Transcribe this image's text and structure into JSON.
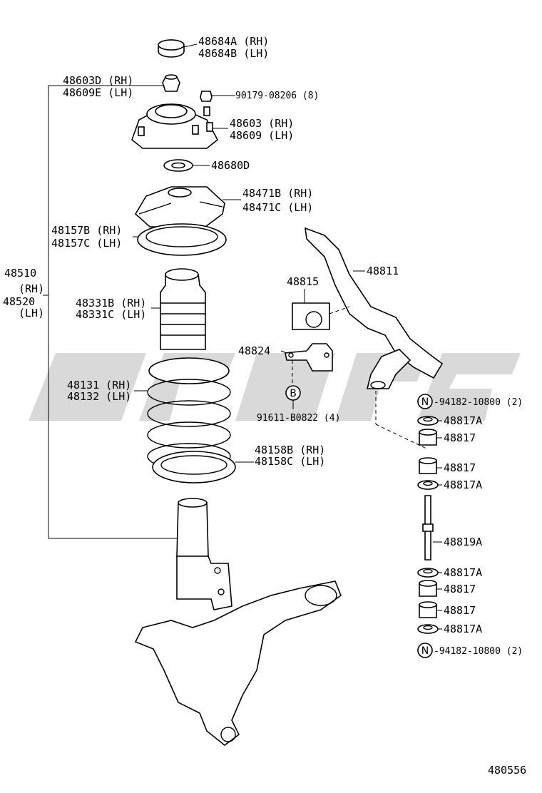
{
  "diagram_id": "480556",
  "labels": {
    "cap_rh": "48684A (RH)",
    "cap_lh": "48684B (LH)",
    "nut_rh": "48603D (RH)",
    "nut_lh": "48609E (LH)",
    "bolt": "90179-08206 (8)",
    "mount_rh": "48603 (RH)",
    "mount_lh": "48609 (LH)",
    "bearing": "48680D",
    "upper_seat_rh": "48471B (RH)",
    "upper_seat_lh": "48471C (LH)",
    "insulator_rh": "48157B (RH)",
    "insulator_lh": "48157C (LH)",
    "stabilizer_bar": "48811",
    "bushing": "48815",
    "strut_assy_rh_a": "48510",
    "strut_assy_rh_b": "(RH)",
    "strut_assy_lh_a": "48520",
    "strut_assy_lh_b": "(LH)",
    "bumper_rh": "48331B (RH)",
    "bumper_lh": "48331C (LH)",
    "bracket": "48824",
    "spring_rh": "48131 (RH)",
    "spring_lh": "48132 (LH)",
    "ref_b": "B",
    "bracket_bolt": "91611-B0822 (4)",
    "lower_insulator_rh": "48158B (RH)",
    "lower_insulator_lh": "48158C (LH)",
    "ref_n": "N",
    "nut_top": "-94182-10800 (2)",
    "nut_bottom": "-94182-10800 (2)",
    "retainer_1": "48817A",
    "cushion_1": "48817",
    "cushion_2": "48817",
    "retainer_2": "48817A",
    "link_bolt": "48819A",
    "retainer_3": "48817A",
    "cushion_3": "48817",
    "cushion_4": "48817",
    "retainer_4": "48817A"
  }
}
